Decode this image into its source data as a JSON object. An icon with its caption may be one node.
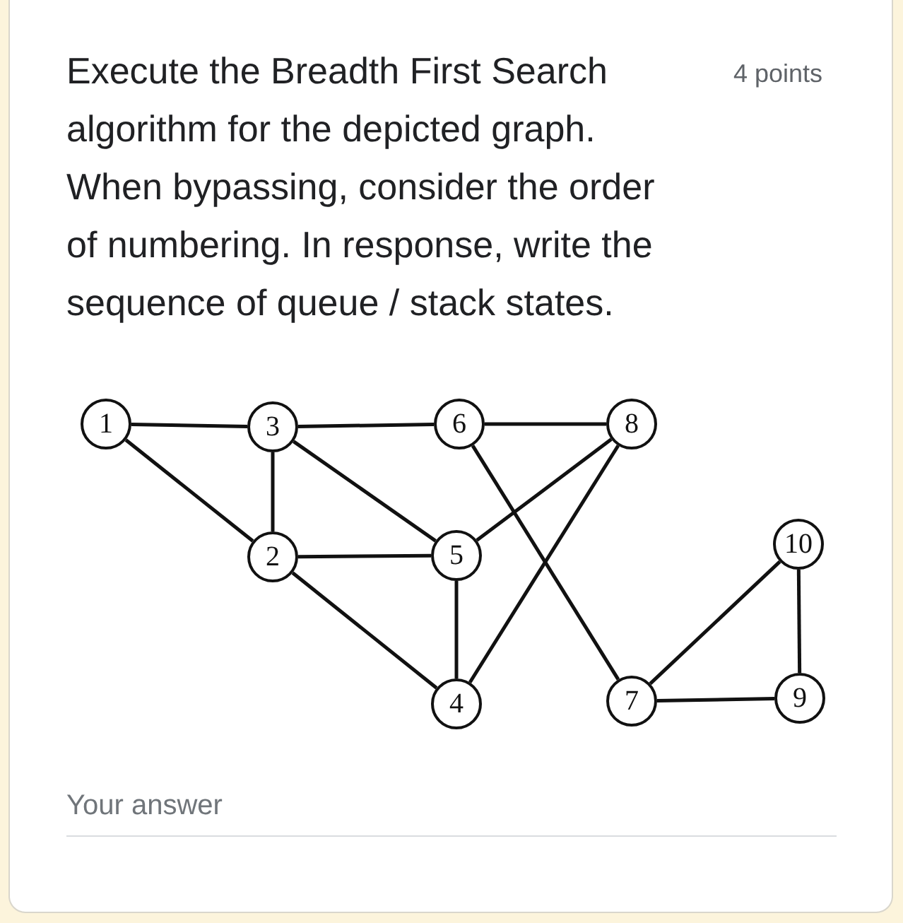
{
  "diagram": {
    "title": "Execute the Breadth First Search algorithm for the depicted graph. When bypassing, consider the order of numbering. In response, write the sequence of queue / stack states.",
    "nodes": [
      {
        "text": [
          "1"
        ]
      },
      {
        "text": [
          "3"
        ]
      },
      {
        "text": [
          "6"
        ]
      },
      {
        "text": [
          "8"
        ]
      },
      {
        "text": [
          "2"
        ]
      },
      {
        "text": [
          "5"
        ]
      },
      {
        "text": [
          "10"
        ]
      },
      {
        "text": [
          "4"
        ]
      },
      {
        "text": [
          "7"
        ]
      },
      {
        "text": [
          "9"
        ]
      }
    ],
    "edges": [
      {
        "from": 0,
        "to": 1,
        "arrow": "none"
      },
      {
        "from": 0,
        "to": 4,
        "arrow": "none"
      },
      {
        "from": 1,
        "to": 2,
        "arrow": "none"
      },
      {
        "from": 1,
        "to": 4,
        "arrow": "none"
      },
      {
        "from": 1,
        "to": 5,
        "arrow": "none"
      },
      {
        "from": 4,
        "to": 5,
        "arrow": "none"
      },
      {
        "from": 4,
        "to": 7,
        "arrow": "none"
      },
      {
        "from": 5,
        "to": 7,
        "arrow": "none"
      },
      {
        "from": 2,
        "to": 3,
        "arrow": "none"
      },
      {
        "from": 2,
        "to": 8,
        "arrow": "none"
      },
      {
        "from": 3,
        "to": 5,
        "arrow": "none"
      },
      {
        "from": 3,
        "to": 7,
        "arrow": "none"
      },
      {
        "from": 6,
        "to": 8,
        "arrow": "none"
      },
      {
        "from": 6,
        "to": 9,
        "arrow": "none"
      },
      {
        "from": 8,
        "to": 9,
        "arrow": "none"
      }
    ],
    "labels": [
      "4 points",
      "Your answer"
    ]
  }
}
